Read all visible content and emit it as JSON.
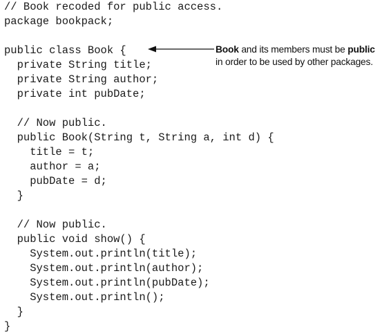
{
  "code": {
    "lines": [
      "// Book recoded for public access.",
      "package bookpack;",
      "",
      "public class Book {",
      "  private String title;",
      "  private String author;",
      "  private int pubDate;",
      "",
      "  // Now public.",
      "  public Book(String t, String a, int d) {",
      "    title = t;",
      "    author = a;",
      "    pubDate = d;",
      "  }",
      "",
      "  // Now public.",
      "  public void show() {",
      "    System.out.println(title);",
      "    System.out.println(author);",
      "    System.out.println(pubDate);",
      "    System.out.println();",
      "  }",
      "}"
    ]
  },
  "annotation": {
    "line1": {
      "bold_a": "Book",
      "text_a": " and its members must be ",
      "bold_b": "public"
    },
    "line2": "in order to be used by other packages."
  }
}
